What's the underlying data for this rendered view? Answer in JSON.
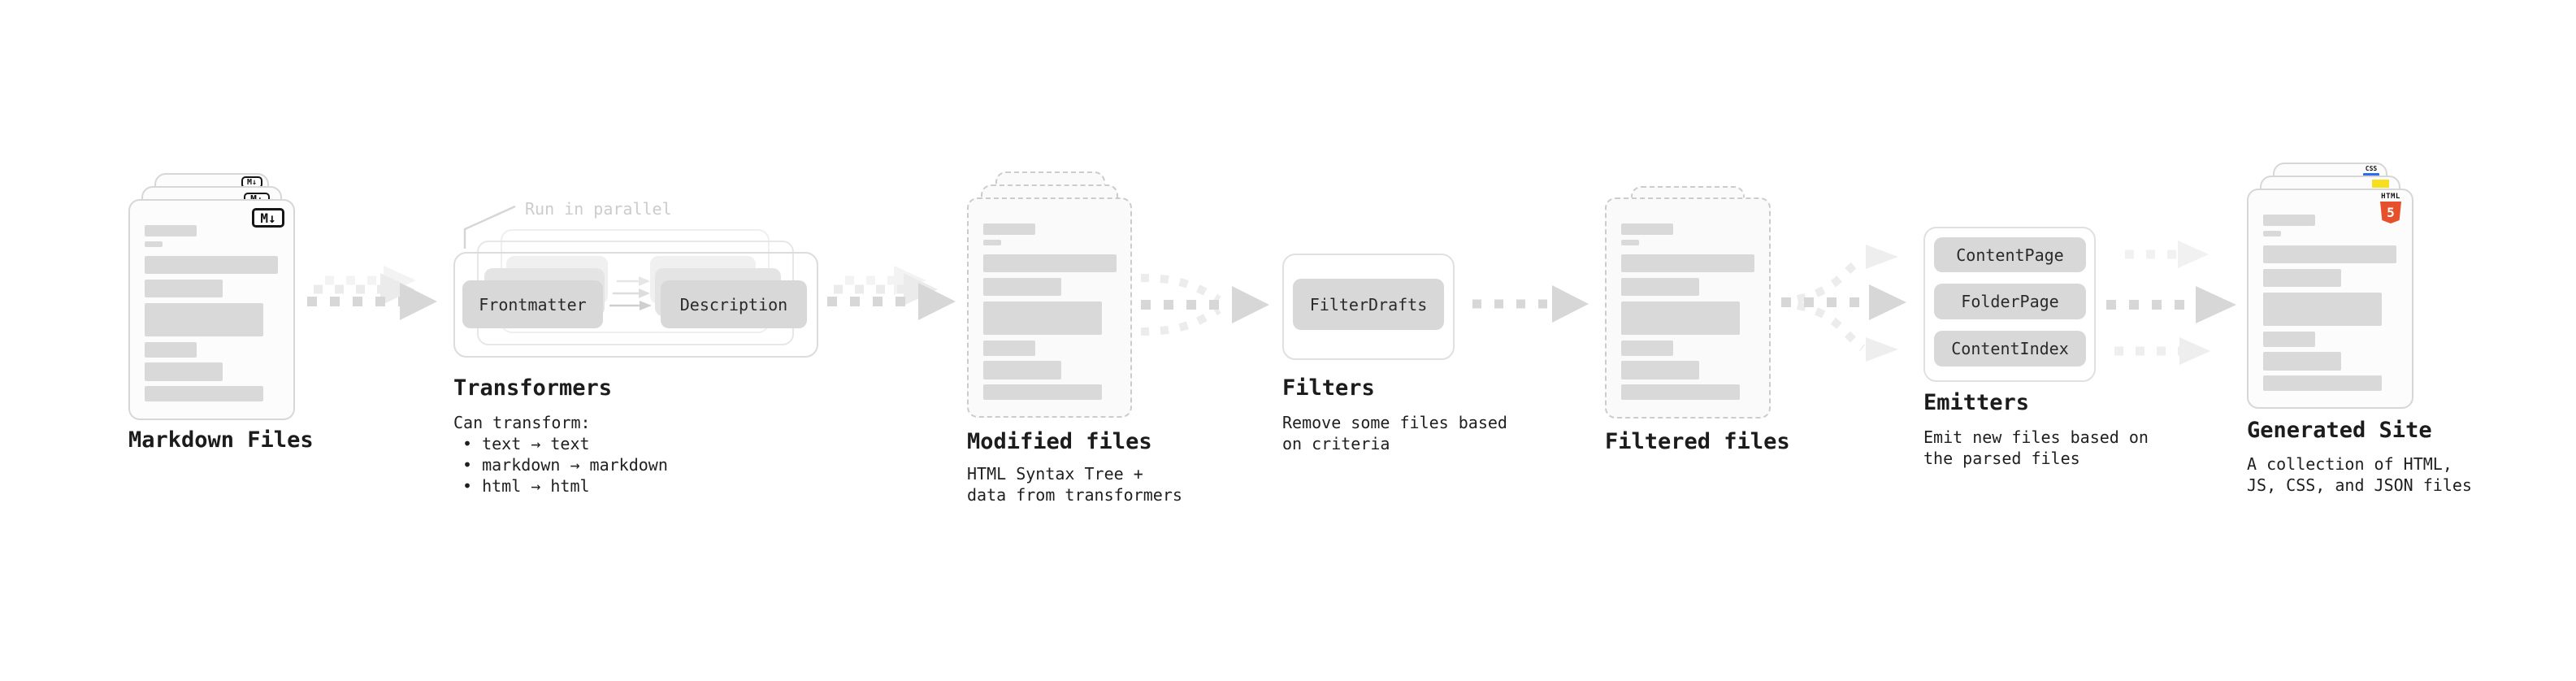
{
  "diagram": {
    "stages": {
      "markdown": {
        "title": "Markdown Files",
        "badge": "M↓"
      },
      "transformers": {
        "title": "Transformers",
        "note": "Run in parallel",
        "box_left": "Frontmatter",
        "box_right": "Description",
        "desc_lines": [
          "Can transform:",
          "• text → text",
          "• markdown → markdown",
          "• html → html"
        ]
      },
      "modified": {
        "title": "Modified files",
        "desc_lines": [
          "HTML Syntax Tree +",
          "data from transformers"
        ]
      },
      "filters": {
        "title": "Filters",
        "box": "FilterDrafts",
        "desc_lines": [
          "Remove some files based",
          "on criteria"
        ]
      },
      "filtered": {
        "title": "Filtered files"
      },
      "emitters": {
        "title": "Emitters",
        "boxes": [
          "ContentPage",
          "FolderPage",
          "ContentIndex"
        ],
        "desc_lines": [
          "Emit new files based on",
          "the parsed files"
        ]
      },
      "generated": {
        "title": "Generated Site",
        "desc_lines": [
          "A collection of HTML,",
          "JS, CSS, and JSON files"
        ],
        "badges": {
          "css": "CSS",
          "html": "HTML",
          "html_number": "5"
        }
      }
    },
    "colors": {
      "text": "#1c1c1c",
      "placeholder_bar": "#d9d9d9",
      "arrow": "#d7d7d7",
      "note": "#cccccc",
      "html5_orange": "#e6502b",
      "js_yellow": "#f7df1e",
      "css_blue": "#2e6bf0"
    }
  }
}
